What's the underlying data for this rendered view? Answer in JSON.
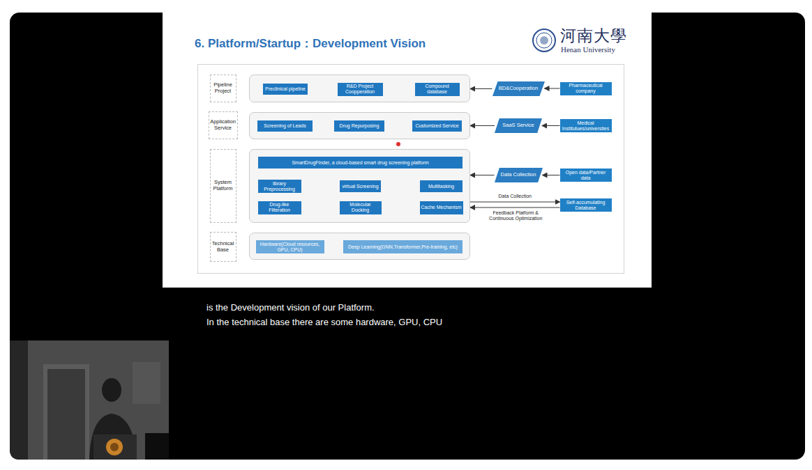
{
  "diagram": {
    "title": "6. Platform/Startup：Development Vision",
    "nodes": [
      {
        "text": [
          "Pipeline Project"
        ]
      },
      {
        "text": []
      },
      {
        "text": [
          "Preclinical pipeline"
        ],
        "in": 1
      },
      {
        "text": [
          "R&D Project Coopperation"
        ],
        "in": 1
      },
      {
        "text": [
          "Compound database"
        ],
        "in": 1
      },
      {
        "text": [
          "BD&Cooperation"
        ]
      },
      {
        "text": [
          "Pharmaceutical company"
        ]
      },
      {
        "text": [
          "Application Service"
        ]
      },
      {
        "text": []
      },
      {
        "text": [
          "Screening of Leads"
        ],
        "in": 8
      },
      {
        "text": [
          "Drug Repurposing"
        ],
        "in": 8
      },
      {
        "text": [
          "Customized Service"
        ],
        "in": 8
      },
      {
        "text": [
          "SaaS Service"
        ]
      },
      {
        "text": [
          "Medical Institutues/universites"
        ]
      },
      {
        "text": [
          "System Platform"
        ]
      },
      {
        "text": []
      },
      {
        "text": [
          "SmartDrugFinder, a cloud-based smart drug screening platform"
        ],
        "in": 15
      },
      {
        "text": [
          "library Preprocessing"
        ],
        "in": 15
      },
      {
        "text": [
          "virtual Screening"
        ],
        "in": 15
      },
      {
        "text": [
          "Multitasking"
        ],
        "in": 15
      },
      {
        "text": [
          "Data Collection"
        ]
      },
      {
        "text": [
          "Open data/Partner data"
        ]
      },
      {
        "text": [
          "Drug-like Filteration"
        ],
        "in": 15
      },
      {
        "text": [
          "Molecular Docking"
        ],
        "in": 15
      },
      {
        "text": [
          "Cache Mechanism"
        ],
        "in": 15
      },
      {
        "text": [
          "Self-accumulating Database"
        ]
      },
      {
        "text": [
          "Technical Base"
        ]
      },
      {
        "text": []
      },
      {
        "text": [
          "Hardware(Cloud resources, GPU, CPU)"
        ],
        "in": 27
      },
      {
        "text": [
          "Deep Learning(GNN,Transformer,Pre-training, etc)"
        ],
        "in": 27
      }
    ],
    "edges": [
      {
        "from": 6,
        "to": 5,
        "arrow": "to"
      },
      {
        "from": 5,
        "to": 1,
        "arrow": "to"
      },
      {
        "from": 13,
        "to": 12,
        "arrow": "to"
      },
      {
        "from": 12,
        "to": 8,
        "arrow": "to"
      },
      {
        "from": 21,
        "to": 20,
        "arrow": "to"
      },
      {
        "from": 20,
        "to": 15,
        "arrow": "to"
      },
      {
        "from": 15,
        "to": 25,
        "label": "Data Collection",
        "arrow": "to"
      },
      {
        "from": 25,
        "to": 15,
        "label": "Feedback Platform & Continuous Optimization",
        "arrow": "to"
      }
    ],
    "labels": [
      "河南大學",
      "Henan University",
      "is the Development vision of our Platform.",
      "In the technical base there are some hardware, GPU, CPU"
    ]
  }
}
